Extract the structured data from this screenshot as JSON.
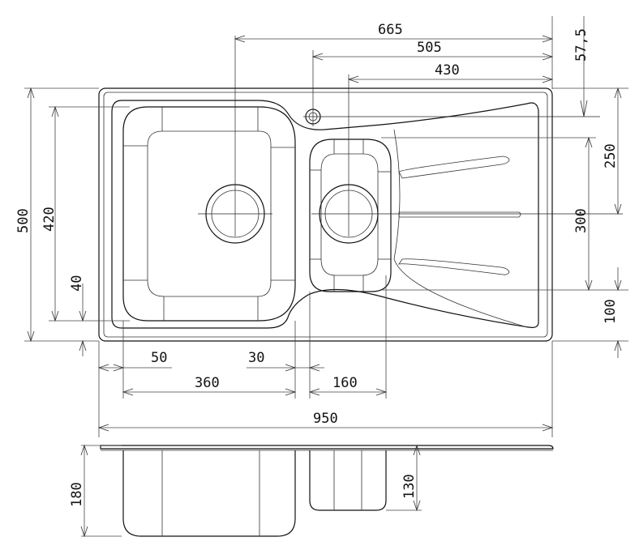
{
  "dimensions": {
    "top_665": "665",
    "top_505": "505",
    "top_430": "430",
    "right_57_5": "57,5",
    "right_250": "250",
    "right_300": "300",
    "right_100": "100",
    "left_500": "500",
    "left_420": "420",
    "left_40": "40",
    "bottom_50": "50",
    "bottom_30": "30",
    "bottom_360": "360",
    "bottom_160": "160",
    "overall_950": "950",
    "section_180": "180",
    "section_130": "130"
  },
  "colors": {
    "line": "#111111",
    "background": "#ffffff"
  }
}
